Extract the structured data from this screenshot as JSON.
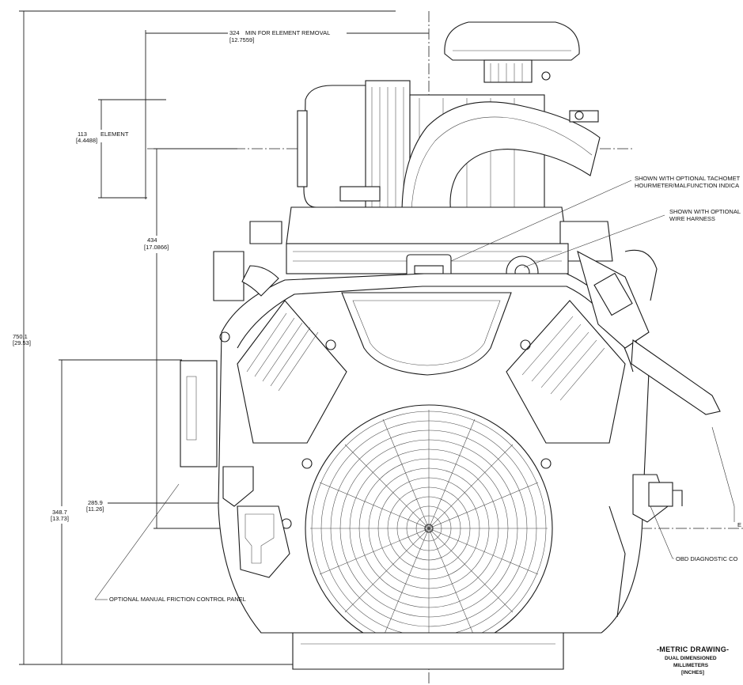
{
  "dimensions": {
    "element_removal": {
      "mm": "324",
      "in": "[12.7559]",
      "label": "MIN FOR ELEMENT REMOVAL"
    },
    "element": {
      "mm": "113",
      "in": "[4.4488]",
      "label": "ELEMENT"
    },
    "height_434": {
      "mm": "434",
      "in": "[17.0866]"
    },
    "overall_height": {
      "mm": "750.1",
      "in": "[29.53]"
    },
    "height_348": {
      "mm": "348.7",
      "in": "[13.73]"
    },
    "height_285": {
      "mm": "285.9",
      "in": "[11.26]"
    }
  },
  "callouts": {
    "tachometer": [
      "SHOWN WITH OPTIONAL TACHOMET",
      "HOURMETER/MALFUNCTION INDICA"
    ],
    "wire_harness": [
      "SHOWN WITH OPTIONAL",
      "WIRE HARNESS"
    ],
    "obd": "OBD DIAGNOSTIC CO",
    "friction_panel": "OPTIONAL MANUAL FRICTION CONTROL PANEL",
    "edge_letter": "E"
  },
  "title_block": {
    "title": "-METRIC DRAWING-",
    "line1": "DUAL DIMENSIONED",
    "line2": "MILLIMETERS",
    "line3": "[INCHES]"
  }
}
